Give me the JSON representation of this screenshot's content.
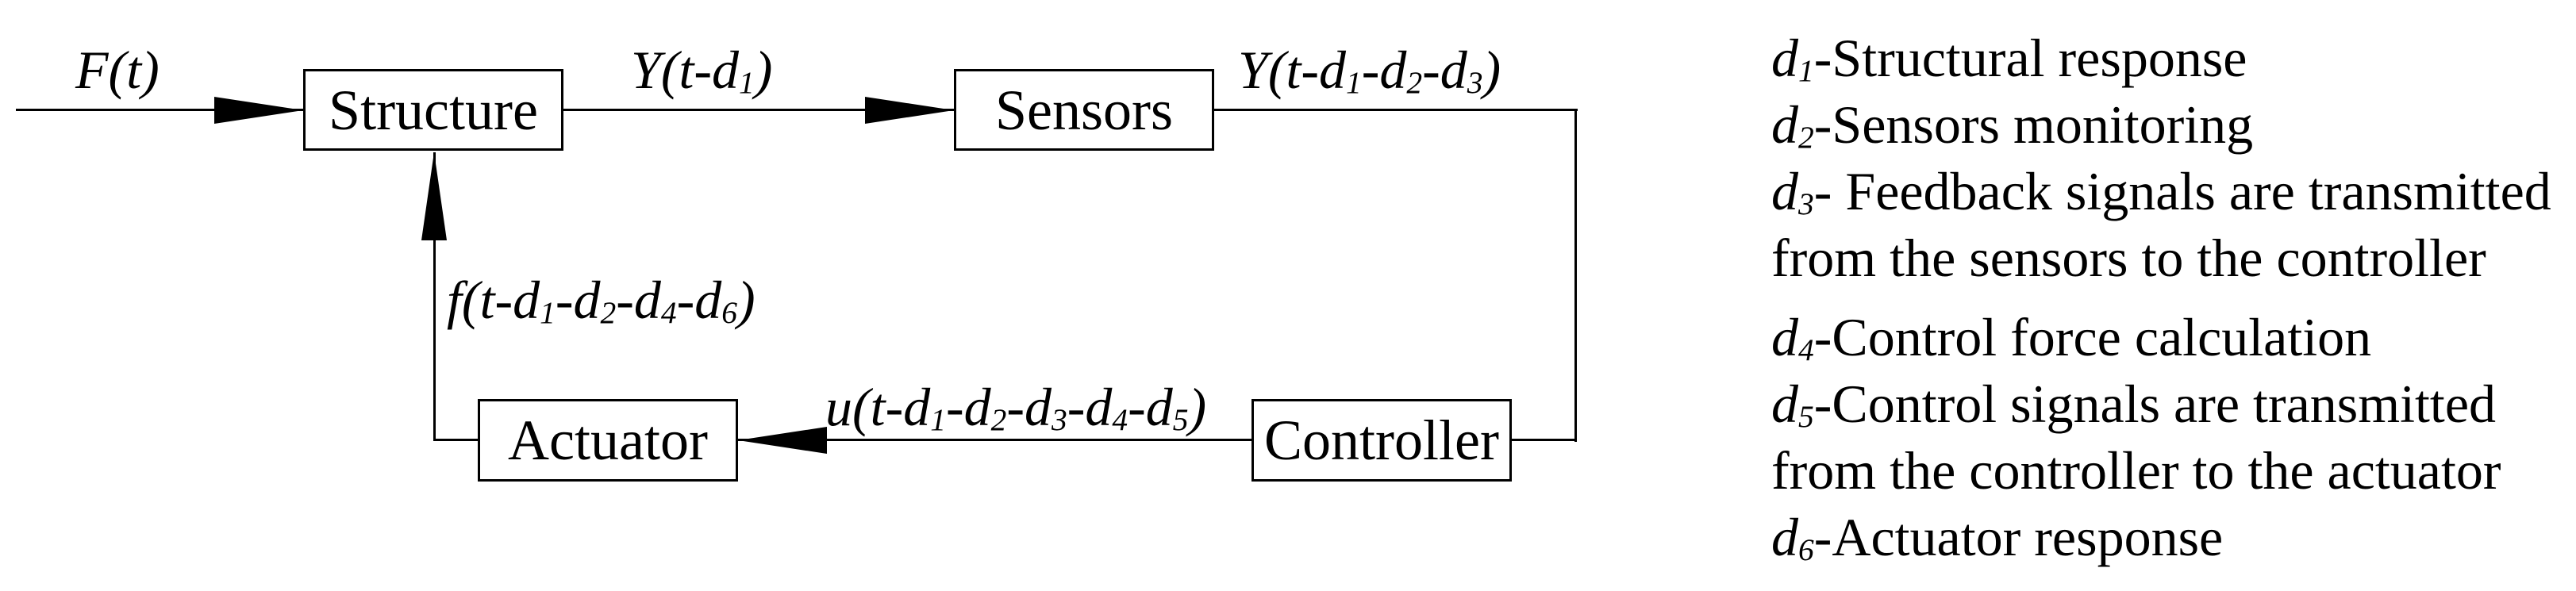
{
  "diagram": {
    "blocks": [
      {
        "label": "Structure"
      },
      {
        "label": "Sensors"
      },
      {
        "label": "Controller"
      },
      {
        "label": "Actuator"
      }
    ],
    "signals": {
      "input": "F(t)",
      "structure_to_sensors": "Y(t-d₁)",
      "sensors_to_controller": "Y(t-d₁-d₂-d₃)",
      "controller_to_actuator": "u(t-d₁-d₂-d₃-d₄-d₅)",
      "actuator_to_structure": "f(t-d₁-d₂-d₄-d₆)"
    },
    "colors": {
      "stroke": "#000000",
      "background": "#ffffff"
    }
  },
  "legend": {
    "lines": [
      {
        "prefix": "d₁-",
        "text": "Structural response"
      },
      {
        "prefix": "d₂-",
        "text": "Sensors monitoring"
      },
      {
        "prefix": "d₃-",
        "text": " Feedback signals are transmitted"
      },
      {
        "prefix": "",
        "text": "from the sensors to the controller"
      },
      {
        "prefix": "d₄-",
        "text": "Control force calculation"
      },
      {
        "prefix": "d₅-",
        "text": "Control signals are transmitted"
      },
      {
        "prefix": "",
        "text": "from the controller to the actuator"
      },
      {
        "prefix": "d₆-",
        "text": "Actuator response"
      }
    ]
  }
}
